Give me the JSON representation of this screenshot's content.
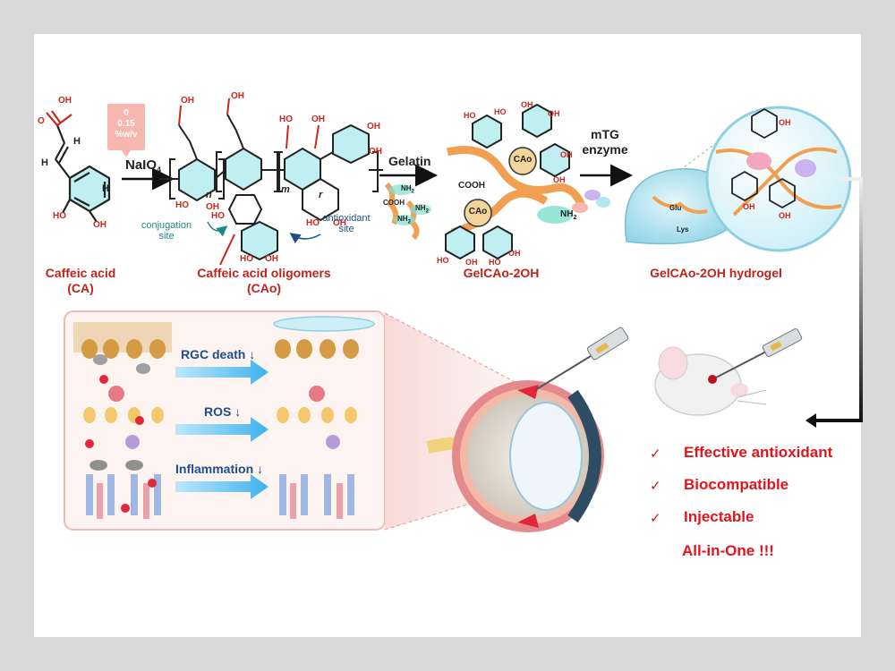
{
  "reaction": {
    "ca_name": "Caffeic acid",
    "ca_abbr": "(CA)",
    "oxidant": "NaIO",
    "oxidant_sub": "4",
    "concentration": [
      "0",
      "0.15",
      "%w/v"
    ],
    "cao_name": "Caffeic acid oligomers",
    "cao_abbr": "(CAo)",
    "conjugation_note": [
      "conjugation",
      "site"
    ],
    "antioxidant_note": [
      "antioxidant",
      "site"
    ],
    "repeat_n": "n",
    "repeat_m": "m",
    "repeat_r": "r",
    "gelatin_label": "Gelatin",
    "conjugate_name": "GelCAo-2OH",
    "enzyme_label": [
      "mTG",
      "enzyme"
    ],
    "hydrogel_name": "GelCAo-2OH hydrogel"
  },
  "chem_labels": {
    "oh": "OH",
    "ho": "HO",
    "o": "O",
    "h": "H",
    "cao": "CAo",
    "cooh": "COOH",
    "nh2": "NH",
    "nh2_sub": "2",
    "glu": "Glu",
    "lys": "Lys"
  },
  "effects": [
    {
      "text": "RGC death ↓"
    },
    {
      "text": "ROS ↓"
    },
    {
      "text": "Inflammation ↓"
    }
  ],
  "benefits": [
    {
      "check": "✓",
      "text": "Effective antioxidant"
    },
    {
      "check": "✓",
      "text": "Biocompatible"
    },
    {
      "check": "✓",
      "text": "Injectable"
    }
  ],
  "all_in_one": "All-in-One !!!",
  "colors": {
    "label_red": "#c0231a",
    "benefit_red": "#e3141b",
    "effect_blue": "#1b4f8a",
    "highlight_teal": "#7fe0d0",
    "gelatin_orange": "#f0a050",
    "panel_pink": "#f5c9c4"
  }
}
